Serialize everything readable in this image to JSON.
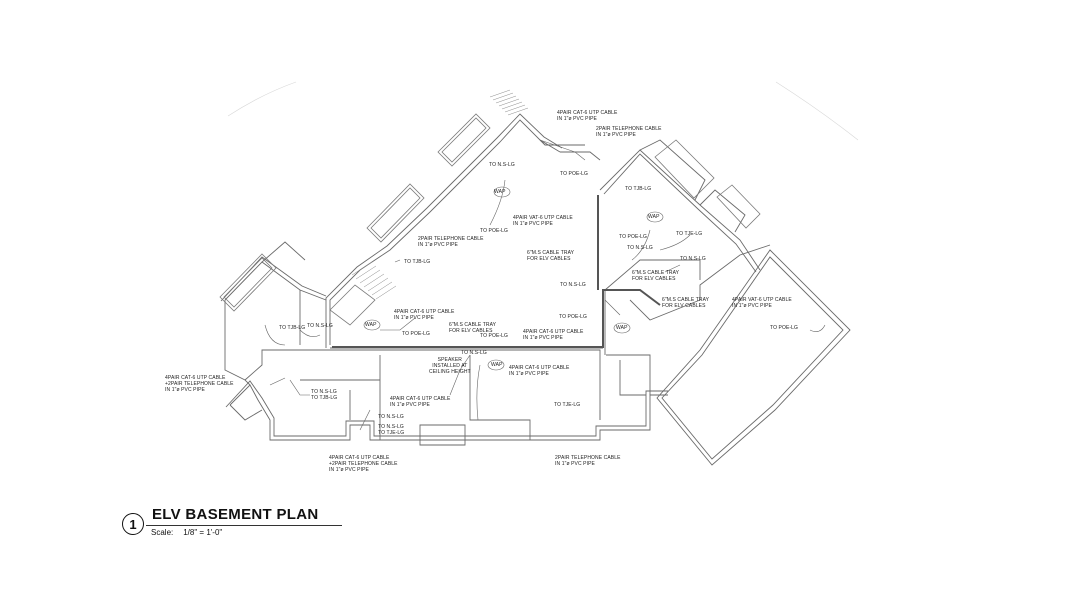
{
  "drawing": {
    "number": "1",
    "title": "ELV BASEMENT PLAN",
    "scale_label": "Scale:",
    "scale_value": "1/8\" = 1'-0\""
  },
  "annotations": {
    "a01": [
      "4PAIR CAT-6 UTP CABLE",
      "IN 1\"ø PVC PIPE"
    ],
    "a02": [
      "2PAIR TELEPHONE CABLE",
      "IN 1\"ø PVC PIPE"
    ],
    "a03": [
      "TO N.S-LG"
    ],
    "a04": [
      "TO POE-LG"
    ],
    "a05": [
      "TO TJB-LG"
    ],
    "a06": [
      "WAP"
    ],
    "a07": [
      "4PAIR VAT-6 UTP CABLE",
      "IN 1\"ø PVC PIPE"
    ],
    "a08": [
      "WAP"
    ],
    "a09": [
      "TO POE-LG"
    ],
    "a10": [
      "TO TJE-LG"
    ],
    "a11": [
      "TO N.S-LG"
    ],
    "a12": [
      "2PAIR TELEPHONE CABLE",
      "IN 1\"ø PVC PIPE"
    ],
    "a13": [
      "TO TJB-LG"
    ],
    "a14": [
      "TO POE-LG"
    ],
    "a15": [
      "6\"M.S CABLE TRAY",
      "FOR ELV CABLES"
    ],
    "a16": [
      "TO N.S-LG"
    ],
    "a17": [
      "TO N.S-LG"
    ],
    "a18": [
      "6\"M.S CABLE TRAY",
      "FOR ELV CABLES"
    ],
    "a19": [
      "TO POE-LG"
    ],
    "a20": [
      "6\"M.S CABLE TRAY",
      "FOR ELV CABLES"
    ],
    "a21": [
      "4PAIR VAT-6 UTP CABLE",
      "IN 1\"ø PVC PIPE"
    ],
    "a22": [
      "TO POE-LG"
    ],
    "a23": [
      "WAP"
    ],
    "a24": [
      "TO TJB-LG"
    ],
    "a25": [
      "TO N.S-LG"
    ],
    "a26": [
      "4PAIR CAT-6 UTP CABLE",
      "IN 1\"ø PVC PIPE"
    ],
    "a27": [
      "WAP"
    ],
    "a28": [
      "TO POE-LG"
    ],
    "a29": [
      "6\"M.S CABLE TRAY",
      "FOR ELV CABLES"
    ],
    "a30": [
      "TO POE-LG"
    ],
    "a31": [
      "4PAIR CAT-6 UTP CABLE",
      "IN 1\"ø PVC PIPE"
    ],
    "a32": [
      "TO N.S-LG"
    ],
    "a33": [
      "SPEAKER",
      "INSTALLED AT",
      "CEILING HEIGHT"
    ],
    "a34": [
      "WAP"
    ],
    "a35": [
      "4PAIR CAT-6 UTP CABLE",
      "IN 1\"ø PVC PIPE"
    ],
    "a36": [
      "4PAIR CAT-6 UTP CABLE",
      "+2PAIR TELEPHONE CABLE",
      "IN 1\"ø PVC PIPE"
    ],
    "a37": [
      "TO N.S-LG",
      "TO TJB-LG"
    ],
    "a38": [
      "4PAIR CAT-6 UTP CABLE",
      "IN 1\"ø PVC PIPE"
    ],
    "a39": [
      "TO N.S-LG"
    ],
    "a40": [
      "TO N.S-LG",
      "TO TJE-LG"
    ],
    "a41": [
      "TO TJE-LG"
    ],
    "a42": [
      "4PAIR CAT-6 UTP CABLE",
      "+2PAIR TELEPHONE CABLE",
      "IN 1\"ø PVC PIPE"
    ],
    "a43": [
      "2PAIR TELEPHONE CABLE",
      "IN 1\"ø PVC PIPE"
    ]
  }
}
